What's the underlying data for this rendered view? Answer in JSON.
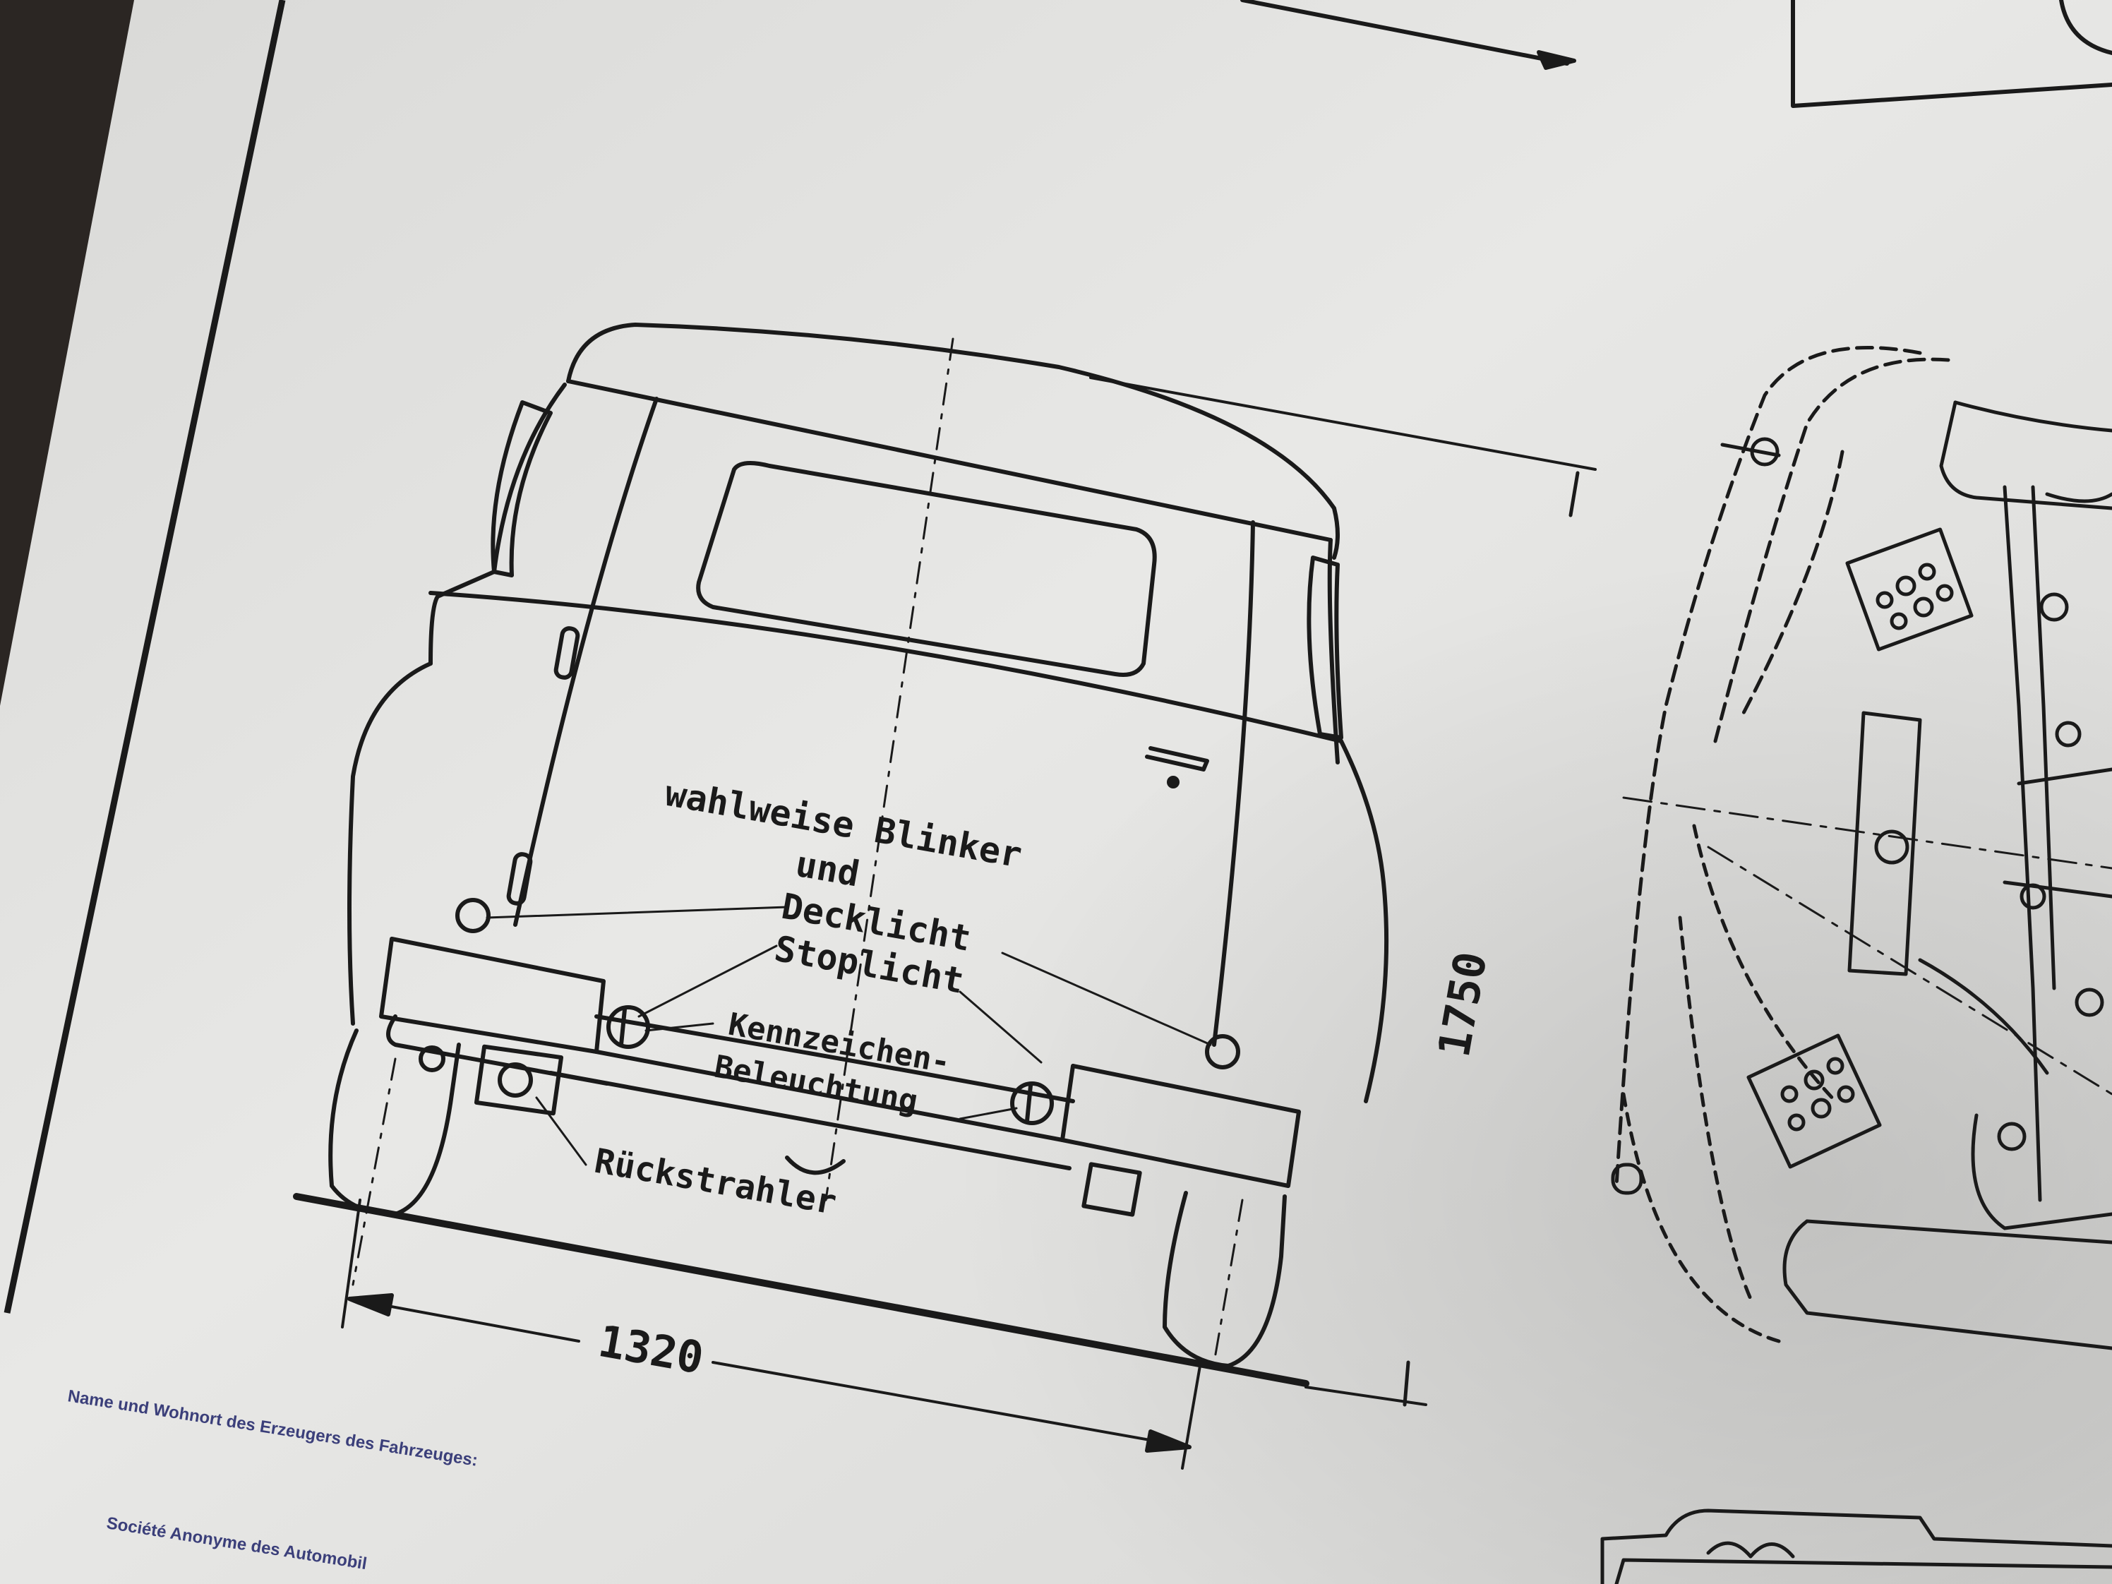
{
  "drawing": {
    "labels": {
      "wahlweise": "wahlweise Blinker",
      "und": "und",
      "decklicht": "Decklicht",
      "stoplicht": "Stoplicht",
      "kennzeichen": "Kennzeichen-",
      "beleuchtung": "Beleuchtung",
      "rueckstrahler": "Rückstrahler"
    },
    "dimensions": {
      "width": "1320",
      "height": "1750"
    }
  },
  "footer": {
    "caption": "Name und Wohnort des Erzeugers des Fahrzeuges:",
    "company": "Société Anonyme des Automobil"
  },
  "colors": {
    "paper": "#e4e4e2",
    "ink": "#1a1a1a",
    "caption": "#3b3f7a",
    "background": "#2b2623"
  }
}
